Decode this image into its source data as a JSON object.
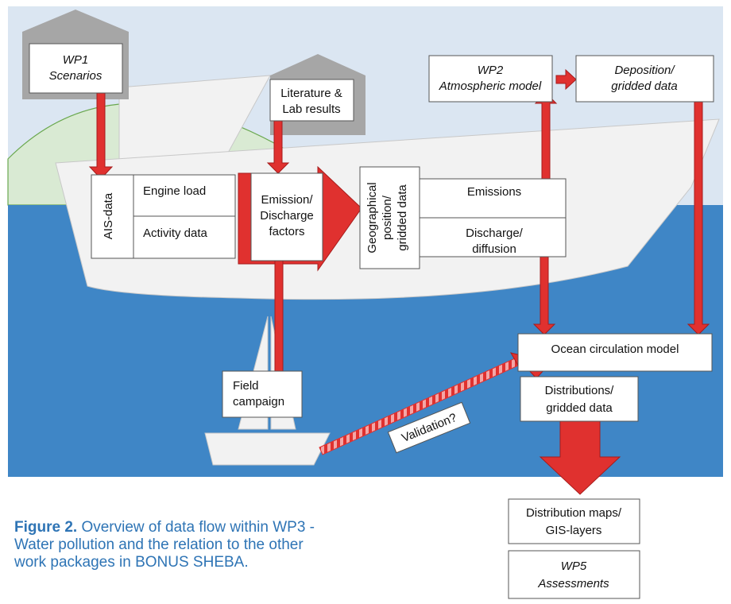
{
  "colors": {
    "sky": "#dbe6f2",
    "hill": "#d9ead3",
    "sea": "#3f86c6",
    "ship": "#f2f2f2",
    "arrow": "#e0312f",
    "arrow_outline": "#a61c1c",
    "box_border": "#555555",
    "house": "#a6a6a6",
    "caption": "#2e74b5"
  },
  "boxes": {
    "wp1": {
      "line1": "WP1",
      "line2": "Scenarios"
    },
    "literature": {
      "line1": "Literature &",
      "line2": "Lab results"
    },
    "wp2": {
      "line1": "WP2",
      "line2": "Atmospheric model"
    },
    "deposition": {
      "line1": "Deposition/",
      "line2": "gridded data"
    },
    "ais": "AIS-data",
    "engine_load": "Engine load",
    "activity_data": "Activity data",
    "emission_factors": {
      "line1": "Emission/",
      "line2": "Discharge",
      "line3": "factors"
    },
    "geo": {
      "line1": "Geographical",
      "line2": "position/",
      "line3": "gridded data"
    },
    "emissions": "Emissions",
    "discharge": {
      "line1": "Discharge/",
      "line2": "diffusion"
    },
    "ocean": "Ocean circulation model",
    "distributions": {
      "line1": "Distributions/",
      "line2": "gridded data"
    },
    "field": {
      "line1": "Field",
      "line2": "campaign"
    },
    "validation": "Validation?",
    "maps": {
      "line1": "Distribution maps/",
      "line2": "GIS-layers"
    },
    "wp5": {
      "line1": "WP5",
      "line2": "Assessments"
    }
  },
  "caption": {
    "label": "Figure 2.",
    "text": " Overview of data flow within WP3 - Water pollution and the relation to the other work packages in BONUS SHEBA."
  }
}
